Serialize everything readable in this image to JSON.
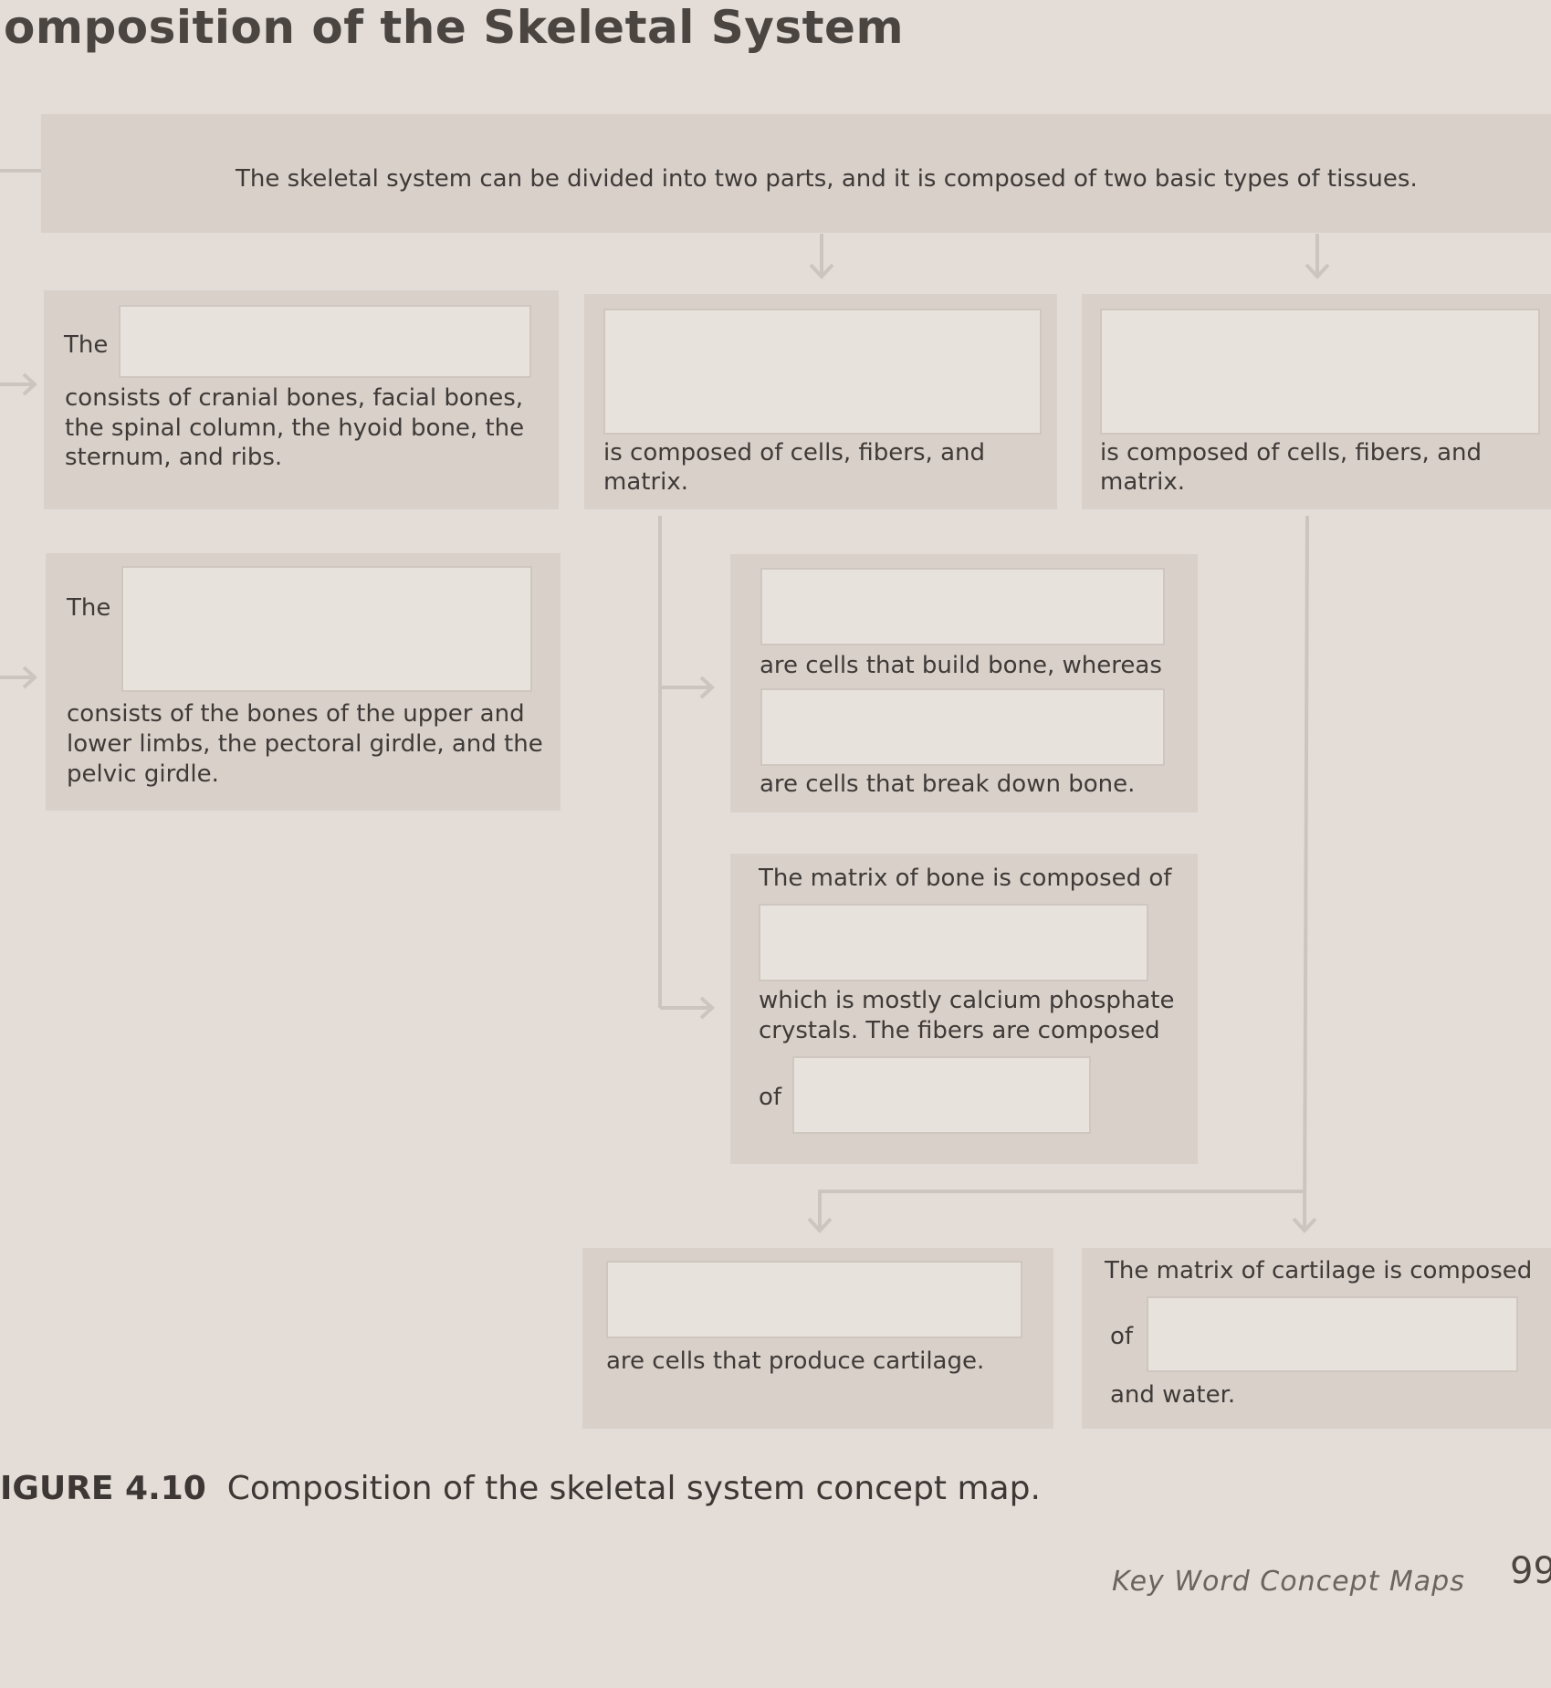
{
  "page_title": "omposition of the Skeletal System",
  "top_box": {
    "text": "The skeletal system can be divided into two parts, and it is composed of two basic types of tissues."
  },
  "axial_box": {
    "lead": "The",
    "lines": [
      "consists of cranial bones, facial bones,",
      "the spinal column, the hyoid bone, the",
      "sternum, and ribs."
    ]
  },
  "appendicular_box": {
    "lead": "The",
    "lines": [
      "consists of the bones of the upper and",
      "lower limbs, the pectoral girdle, and the",
      "pelvic girdle."
    ]
  },
  "bone_tissue_box": {
    "lines": [
      "is composed of cells, fibers, and",
      "matrix."
    ]
  },
  "cartilage_tissue_box": {
    "lines": [
      "is composed of cells, fibers, and",
      "matrix."
    ]
  },
  "bone_cells_box": {
    "text1": "are cells that build bone, whereas",
    "text2": "are cells that break down bone."
  },
  "bone_matrix_box": {
    "text1": "The matrix of bone is composed of",
    "text2_lines": [
      "which is mostly calcium phosphate",
      "crystals. The fibers are composed"
    ],
    "of": "of"
  },
  "cartilage_cells_box": {
    "text": "are cells that produce cartilage."
  },
  "cartilage_matrix_box": {
    "text1": "The matrix of cartilage is composed",
    "of": "of",
    "text2": "and water."
  },
  "caption": {
    "label": "IGURE 4.10",
    "text": "Composition of the skeletal system concept map."
  },
  "footer": {
    "section": "Key Word Concept Maps",
    "page_number": "99"
  }
}
